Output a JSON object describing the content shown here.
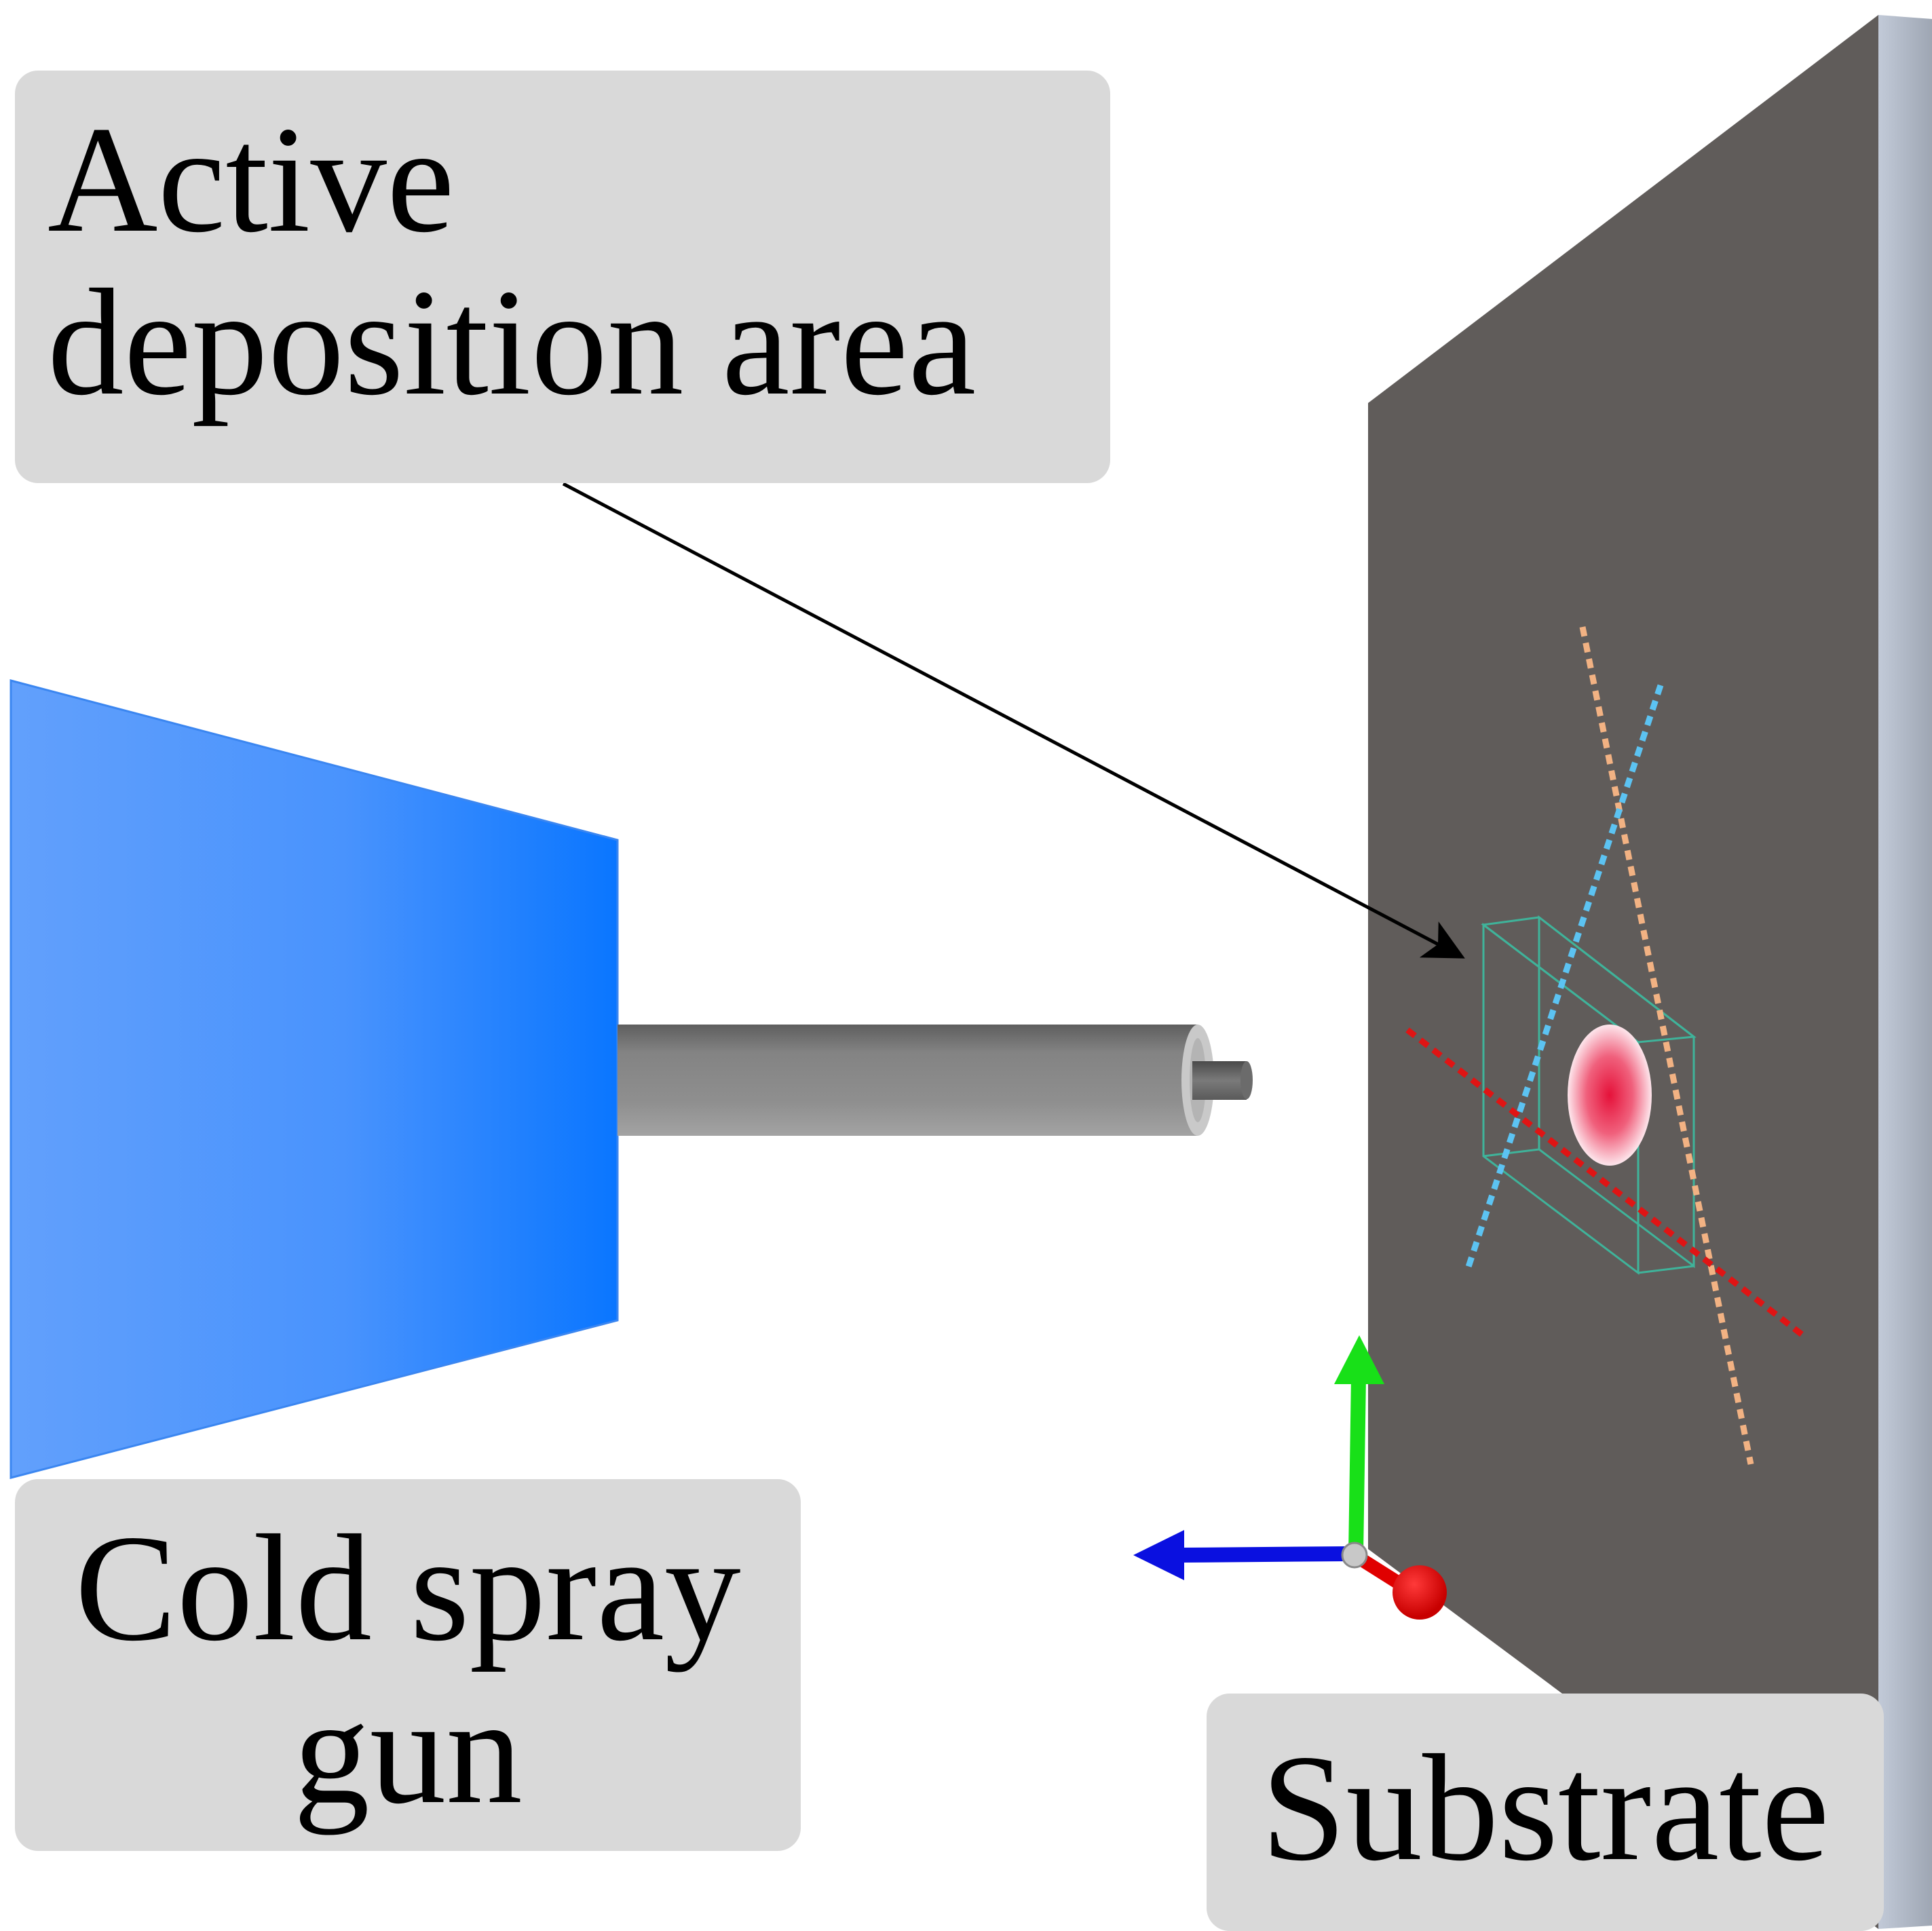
{
  "labels": {
    "active_deposition_area": "Active deposition area",
    "cold_spray_gun": "Cold spray gun",
    "substrate": "Substrate"
  },
  "colors": {
    "label_box": "#d9d9d9",
    "substrate_face": "#605c5a",
    "substrate_edge": "#b3bccb",
    "gun_body_light": "#5f9bfc",
    "gun_body_dark": "#0f78ff",
    "nozzle": "#8a8a8a",
    "spot_center": "#e8183c",
    "box_outline": "#3fb39a",
    "dotted_red": "#e01414",
    "dotted_blue": "#5cc3f2",
    "dotted_orange": "#f2b283",
    "axis_x": "#e00000",
    "axis_y": "#18e018",
    "axis_z": "#0a10e0",
    "leader_line": "#000000"
  }
}
